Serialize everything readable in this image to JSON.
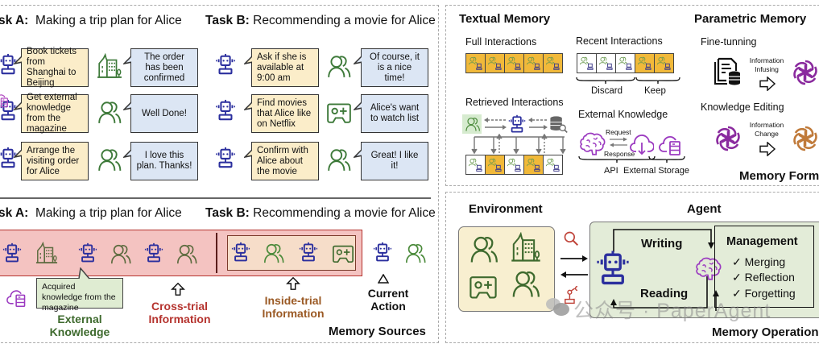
{
  "memory_sources": {
    "top": {
      "task_a": {
        "prefix": "sk A:",
        "title": "Making a trip plan for Alice"
      },
      "task_b": {
        "prefix": "Task B:",
        "title": "Recommending a movie for Alice"
      },
      "task_a_rows": [
        {
          "agent": "Book tickets from Shanghai to Beijing",
          "env": "The order has been confirmed",
          "env_icon": "building-icon"
        },
        {
          "agent": "Get external knowledge from the magazine",
          "env": "Well Done!",
          "env_icon": "user-icon"
        },
        {
          "agent": "Arrange the visiting order for Alice",
          "env": "I love this plan. Thanks!",
          "env_icon": "user-icon"
        }
      ],
      "task_b_rows": [
        {
          "agent": "Ask if she is available at 9:00 am",
          "env": "Of course, it is a nice time!",
          "env_icon": "user-icon"
        },
        {
          "agent": "Find movies that Alice like on Netflix",
          "env": "Alice's want to watch list",
          "env_icon": "gamepad-icon"
        },
        {
          "agent": "Confirm with Alice about the movie",
          "env": "Great! I like it!",
          "env_icon": "user-icon"
        }
      ]
    },
    "bottom": {
      "task_a": {
        "prefix": "sk A:",
        "title": "Making a trip plan for Alice"
      },
      "task_b": {
        "prefix": "Task B:",
        "title": "Recommending a movie for Alice"
      },
      "acquired_note": "Acquired knowledge from the magazine",
      "external_knowledge": "External Knowledge",
      "cross_trial": "Cross-trial Information",
      "inside_trial": "Inside-trial Information",
      "current_action": "Current Action",
      "section_label": "Memory Sources"
    }
  },
  "memory_forms": {
    "textual": {
      "title": "Textual Memory",
      "full": "Full Interactions",
      "recent": "Recent Interactions",
      "discard": "Discard",
      "keep": "Keep",
      "retrieved": "Retrieved Interactions",
      "external": "External Knowledge",
      "request": "Request",
      "response": "Response",
      "api": "API",
      "external_storage": "External Storage"
    },
    "parametric": {
      "title": "Parametric Memory",
      "fine_tuning": "Fine-tunning",
      "info_infusing": "Information Infusing",
      "knowledge_editing": "Knowledge Editing",
      "info_change": "Information Change"
    },
    "section_label": "Memory Form"
  },
  "memory_operations": {
    "environment": "Environment",
    "agent": "Agent",
    "writing": "Writing",
    "reading": "Reading",
    "management": "Management",
    "mgmt_items": [
      "✓ Merging",
      "✓ Reflection",
      "✓ Forgetting"
    ],
    "section_label": "Memory Operation",
    "watermark": "公众号 · PaperAgent"
  },
  "colors": {
    "robot": "#2b2f9e",
    "user_green": "#3e7a3a",
    "purple": "#8a35b8",
    "orange_cell": "#f1b93a",
    "pink_band": "#f4c3c1",
    "env_bg": "#f8efd0",
    "agent_bg": "#e3ecd8"
  }
}
